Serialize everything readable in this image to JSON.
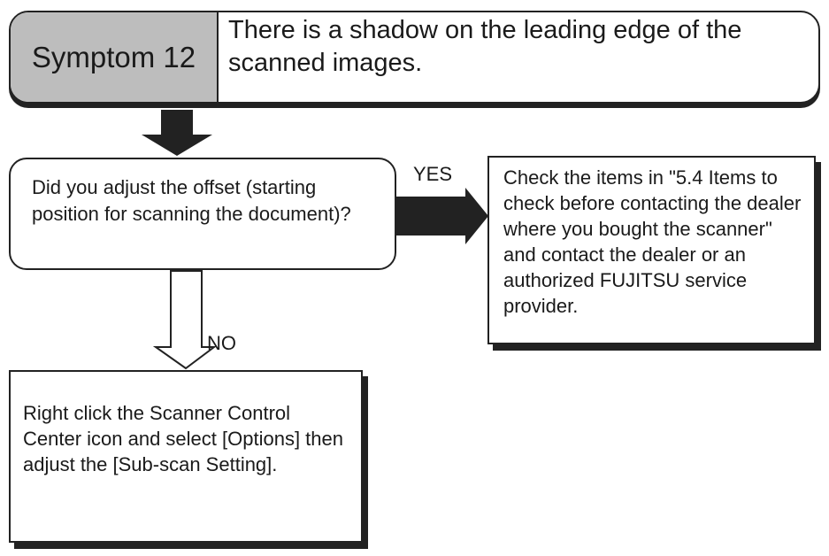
{
  "symptom": {
    "label": "Symptom 12",
    "text": "There is a shadow on the leading edge of the scanned images."
  },
  "question": {
    "text": "Did you adjust the offset (starting position for scanning the document)?"
  },
  "branches": {
    "yes": {
      "label": "YES",
      "text": "Check the items in \"5.4 Items to check before contacting the dealer where you bought the scanner\" and contact the dealer or an authorized FUJITSU service provider."
    },
    "no": {
      "label": "NO",
      "text": "Right click the Scanner Control Center icon and select [Options] then adjust the [Sub-scan Setting]."
    }
  },
  "colors": {
    "symptom_label_fill": "#bdbdbd",
    "arrow_fill": "#222222",
    "outline": "#222222"
  }
}
